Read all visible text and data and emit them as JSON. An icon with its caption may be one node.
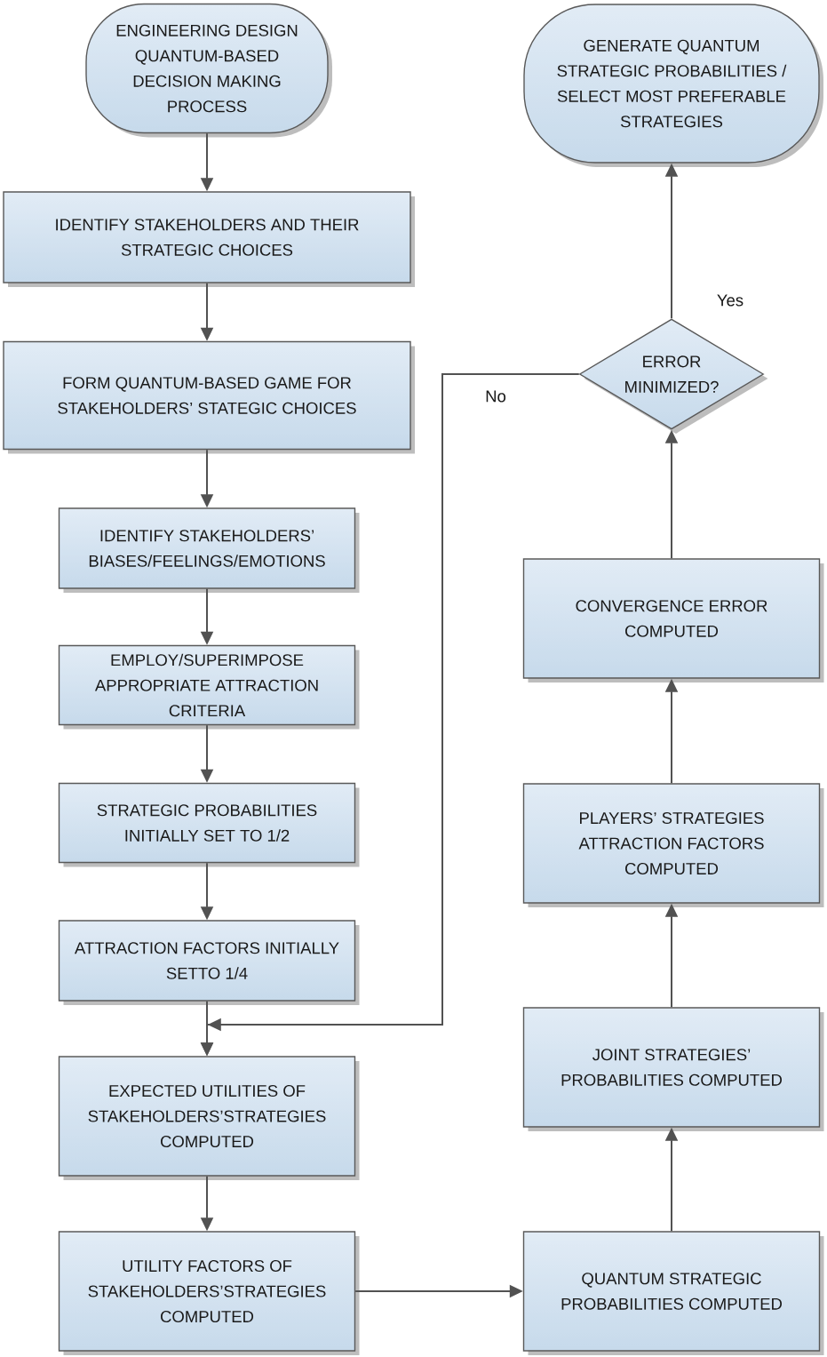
{
  "diagram": {
    "nodes": [
      {
        "text": [
          "ENGINEERING DESIGN QUANTUM-BASED DECISION MAKING PROCESS"
        ]
      },
      {
        "text": [
          "IDENTIFY STAKEHOLDERS AND THEIR STRATEGIC CHOICES"
        ]
      },
      {
        "text": [
          "FORM QUANTUM-BASED GAME FOR STAKEHOLDERS’ STATEGIC CHOICES"
        ]
      },
      {
        "text": [
          "IDENTIFY STAKEHOLDERS’ BIASES/FEELINGS/EMOTIONS"
        ]
      },
      {
        "text": [
          "EMPLOY/SUPERIMPOSE APPROPRIATE ATTRACTION CRITERIA"
        ]
      },
      {
        "text": [
          "STRATEGIC PROBABILITIES INITIALLY SET TO 1/2"
        ]
      },
      {
        "text": [
          "ATTRACTION FACTORS INITIALLY SETTO 1/4"
        ]
      },
      {
        "text": [
          "EXPECTED UTILITIES OF STAKEHOLDERS’STRATEGIES COMPUTED"
        ]
      },
      {
        "text": [
          "UTILITY FACTORS OF STAKEHOLDERS’STRATEGIES COMPUTED"
        ]
      },
      {
        "text": [
          "QUANTUM STRATEGIC PROBABILITIES COMPUTED"
        ]
      },
      {
        "text": [
          "JOINT STRATEGIES’ PROBABILITIES COMPUTED"
        ]
      },
      {
        "text": [
          "PLAYERS’ STRATEGIES ATTRACTION FACTORS COMPUTED"
        ]
      },
      {
        "text": [
          "CONVERGENCE ERROR COMPUTED"
        ]
      },
      {
        "text": [
          "ERROR MINIMIZED?"
        ]
      },
      {
        "text": [
          "GENERATE QUANTUM STRATEGIC PROBABILITIES / SELECT MOST PREFERABLE STRATEGIES"
        ]
      }
    ],
    "edges": [
      {
        "from": 0,
        "to": 1,
        "arrow": "to"
      },
      {
        "from": 1,
        "to": 2,
        "arrow": "to"
      },
      {
        "from": 2,
        "to": 3,
        "arrow": "to"
      },
      {
        "from": 3,
        "to": 4,
        "arrow": "to"
      },
      {
        "from": 4,
        "to": 5,
        "arrow": "to"
      },
      {
        "from": 5,
        "to": 6,
        "arrow": "to"
      },
      {
        "from": 6,
        "to": 7,
        "arrow": "to"
      },
      {
        "from": 7,
        "to": 8,
        "arrow": "to"
      },
      {
        "from": 8,
        "to": 9,
        "arrow": "to"
      },
      {
        "from": 9,
        "to": 10,
        "arrow": "to"
      },
      {
        "from": 10,
        "to": 11,
        "arrow": "to"
      },
      {
        "from": 11,
        "to": 12,
        "arrow": "to"
      },
      {
        "from": 12,
        "to": 13,
        "arrow": "to"
      },
      {
        "from": 13,
        "to": 14,
        "arrow": "to",
        "label": "Yes"
      },
      {
        "from": 13,
        "to": 7,
        "arrow": "to",
        "label": "No"
      }
    ]
  }
}
